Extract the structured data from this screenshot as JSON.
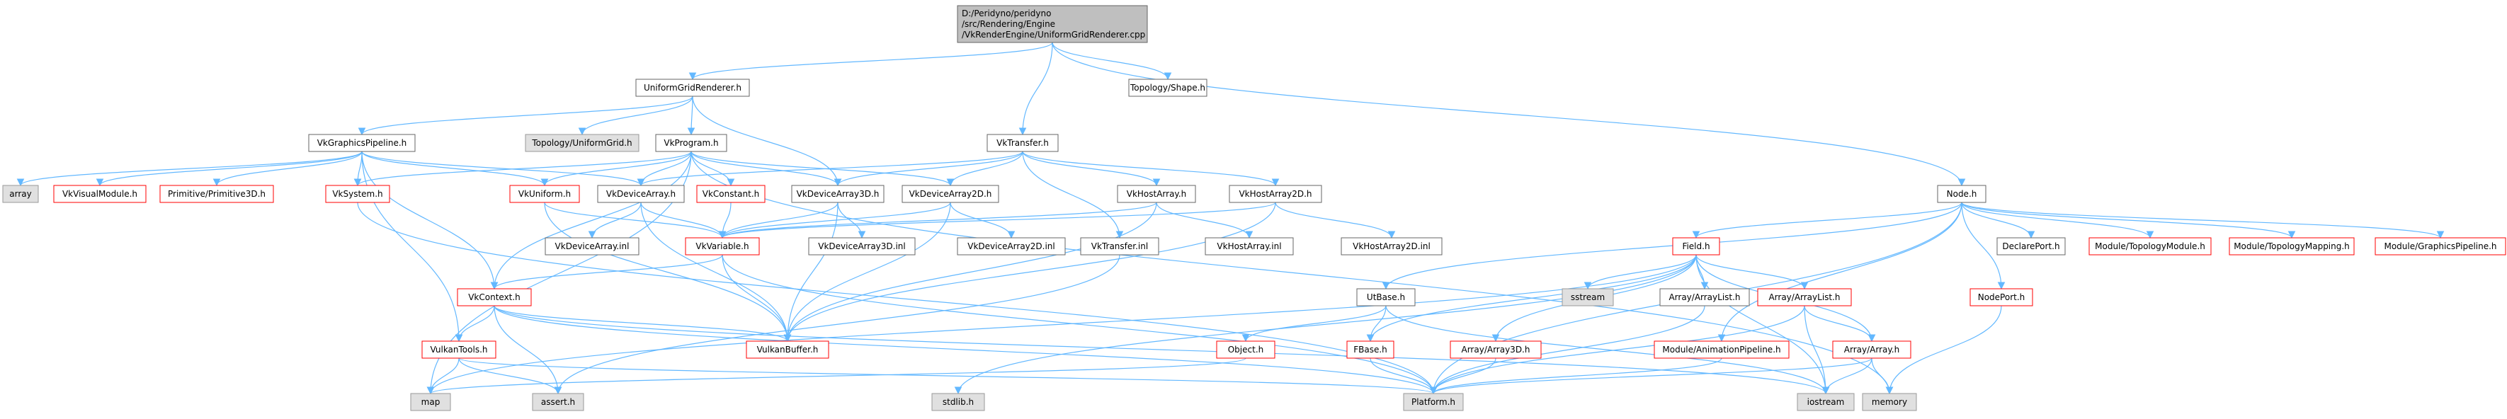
{
  "colors": {
    "root_fill": "#bfbfbf",
    "root_stroke": "#666666",
    "normal_fill": "#ffffff",
    "normal_stroke": "#666666",
    "red_fill": "#ffffff",
    "red_stroke": "#ff0000",
    "system_fill": "#e0e0e0",
    "system_stroke": "#999999",
    "edge": "#63b8ff",
    "text": "#000000"
  },
  "nodes": [
    {
      "id": "root",
      "kind": "root",
      "lines": [
        "D:/Peridyno/peridyno",
        "/src/Rendering/Engine",
        "/VkRenderEngine/UniformGridRenderer.cpp"
      ]
    },
    {
      "id": "ugr",
      "kind": "normal",
      "lines": [
        "UniformGridRenderer.h"
      ]
    },
    {
      "id": "topo_shape",
      "kind": "normal",
      "lines": [
        "Topology/Shape.h"
      ]
    },
    {
      "id": "vktransfer_h",
      "kind": "normal",
      "lines": [
        "VkTransfer.h"
      ]
    },
    {
      "id": "vkgp",
      "kind": "normal",
      "lines": [
        "VkGraphicsPipeline.h"
      ]
    },
    {
      "id": "topo_ug",
      "kind": "system",
      "lines": [
        "Topology/UniformGrid.h"
      ]
    },
    {
      "id": "vkprogram",
      "kind": "normal",
      "lines": [
        "VkProgram.h"
      ]
    },
    {
      "id": "array",
      "kind": "system",
      "lines": [
        "array"
      ]
    },
    {
      "id": "vkvisual",
      "kind": "red",
      "lines": [
        "VkVisualModule.h"
      ]
    },
    {
      "id": "prim3d",
      "kind": "red",
      "lines": [
        "Primitive/Primitive3D.h"
      ]
    },
    {
      "id": "vksystem",
      "kind": "red",
      "lines": [
        "VkSystem.h"
      ]
    },
    {
      "id": "vkuniform",
      "kind": "red",
      "lines": [
        "VkUniform.h"
      ]
    },
    {
      "id": "vkdevarray",
      "kind": "normal",
      "lines": [
        "VkDeviceArray.h"
      ]
    },
    {
      "id": "vkconstant",
      "kind": "red",
      "lines": [
        "VkConstant.h"
      ]
    },
    {
      "id": "vkdevarray3d",
      "kind": "normal",
      "lines": [
        "VkDeviceArray3D.h"
      ]
    },
    {
      "id": "vkdevarray2d",
      "kind": "normal",
      "lines": [
        "VkDeviceArray2D.h"
      ]
    },
    {
      "id": "vkhostarray",
      "kind": "normal",
      "lines": [
        "VkHostArray.h"
      ]
    },
    {
      "id": "vkhostarray2d",
      "kind": "normal",
      "lines": [
        "VkHostArray2D.h"
      ]
    },
    {
      "id": "node_h",
      "kind": "normal",
      "lines": [
        "Node.h"
      ]
    },
    {
      "id": "vkdevarray_inl",
      "kind": "normal",
      "lines": [
        "VkDeviceArray.inl"
      ]
    },
    {
      "id": "vkvariable",
      "kind": "red",
      "lines": [
        "VkVariable.h"
      ]
    },
    {
      "id": "vkdevarray3d_inl",
      "kind": "normal",
      "lines": [
        "VkDeviceArray3D.inl"
      ]
    },
    {
      "id": "vkdevarray2d_inl",
      "kind": "normal",
      "lines": [
        "VkDeviceArray2D.inl"
      ]
    },
    {
      "id": "vktransfer_inl",
      "kind": "normal",
      "lines": [
        "VkTransfer.inl"
      ]
    },
    {
      "id": "vkhostarray_inl",
      "kind": "normal",
      "lines": [
        "VkHostArray.inl"
      ]
    },
    {
      "id": "vkhostarray2d_inl",
      "kind": "normal",
      "lines": [
        "VkHostArray2D.inl"
      ]
    },
    {
      "id": "field",
      "kind": "red",
      "lines": [
        "Field.h"
      ]
    },
    {
      "id": "declareport",
      "kind": "normal",
      "lines": [
        "DeclarePort.h"
      ]
    },
    {
      "id": "mod_topomodule",
      "kind": "red",
      "lines": [
        "Module/TopologyModule.h"
      ]
    },
    {
      "id": "mod_topomapping",
      "kind": "red",
      "lines": [
        "Module/TopologyMapping.h"
      ]
    },
    {
      "id": "mod_graphicspipe",
      "kind": "red",
      "lines": [
        "Module/GraphicsPipeline.h"
      ]
    },
    {
      "id": "vkcontext",
      "kind": "red",
      "lines": [
        "VkContext.h"
      ]
    },
    {
      "id": "utbase",
      "kind": "normal",
      "lines": [
        "UtBase.h"
      ]
    },
    {
      "id": "sstream",
      "kind": "system",
      "lines": [
        "sstream"
      ]
    },
    {
      "id": "arraylist_h",
      "kind": "red",
      "lines": [
        "Array/ArrayList.h"
      ]
    },
    {
      "id": "array_list_h",
      "kind": "normal",
      "lines": [
        "Array/ArrayList.h"
      ]
    },
    {
      "id": "nodeport",
      "kind": "red",
      "lines": [
        "NodePort.h"
      ]
    },
    {
      "id": "vulkantools",
      "kind": "red",
      "lines": [
        "VulkanTools.h"
      ]
    },
    {
      "id": "vulkanbuffer",
      "kind": "red",
      "lines": [
        "VulkanBuffer.h"
      ]
    },
    {
      "id": "object_h",
      "kind": "red",
      "lines": [
        "Object.h"
      ]
    },
    {
      "id": "fbase",
      "kind": "red",
      "lines": [
        "FBase.h"
      ]
    },
    {
      "id": "array3d",
      "kind": "red",
      "lines": [
        "Array/Array3D.h"
      ]
    },
    {
      "id": "mod_animpipe",
      "kind": "red",
      "lines": [
        "Module/AnimationPipeline.h"
      ]
    },
    {
      "id": "array_h",
      "kind": "red",
      "lines": [
        "Array/Array.h"
      ]
    },
    {
      "id": "map",
      "kind": "system",
      "lines": [
        "map"
      ]
    },
    {
      "id": "assert",
      "kind": "system",
      "lines": [
        "assert.h"
      ]
    },
    {
      "id": "stdlib",
      "kind": "system",
      "lines": [
        "stdlib.h"
      ]
    },
    {
      "id": "platform",
      "kind": "system",
      "lines": [
        "Platform.h"
      ]
    },
    {
      "id": "iostream",
      "kind": "system",
      "lines": [
        "iostream"
      ]
    },
    {
      "id": "memory",
      "kind": "system",
      "lines": [
        "memory"
      ]
    }
  ],
  "edges": [
    [
      "root",
      "ugr"
    ],
    [
      "root",
      "topo_shape"
    ],
    [
      "root",
      "vktransfer_h"
    ],
    [
      "root",
      "node_h"
    ],
    [
      "ugr",
      "vkgp"
    ],
    [
      "ugr",
      "topo_ug"
    ],
    [
      "ugr",
      "vkprogram"
    ],
    [
      "ugr",
      "vkdevarray3d"
    ],
    [
      "vkgp",
      "array"
    ],
    [
      "vkgp",
      "vkvisual"
    ],
    [
      "vkgp",
      "prim3d"
    ],
    [
      "vkgp",
      "vksystem"
    ],
    [
      "vkgp",
      "vkuniform"
    ],
    [
      "vkgp",
      "vkdevarray"
    ],
    [
      "vkgp",
      "vkcontext"
    ],
    [
      "vkgp",
      "vulkantools"
    ],
    [
      "vkprogram",
      "vkuniform"
    ],
    [
      "vkprogram",
      "vkdevarray"
    ],
    [
      "vkprogram",
      "vkconstant"
    ],
    [
      "vkprogram",
      "vkdevarray3d"
    ],
    [
      "vkprogram",
      "vkdevarray2d"
    ],
    [
      "vkprogram",
      "vkcontext"
    ],
    [
      "vkprogram",
      "map"
    ],
    [
      "vkprogram",
      "vksystem"
    ],
    [
      "vkprogram",
      "memory"
    ],
    [
      "vktransfer_h",
      "vkdevarray"
    ],
    [
      "vktransfer_h",
      "vkdevarray3d"
    ],
    [
      "vktransfer_h",
      "vkdevarray2d"
    ],
    [
      "vktransfer_h",
      "vkhostarray"
    ],
    [
      "vktransfer_h",
      "vkhostarray2d"
    ],
    [
      "vktransfer_h",
      "vktransfer_inl"
    ],
    [
      "vkuniform",
      "vkvariable"
    ],
    [
      "vkuniform",
      "vulkanbuffer"
    ],
    [
      "vkdevarray",
      "vkdevarray_inl"
    ],
    [
      "vkdevarray",
      "vkvariable"
    ],
    [
      "vkdevarray",
      "vulkanbuffer"
    ],
    [
      "vkconstant",
      "vkvariable"
    ],
    [
      "vkdevarray3d",
      "vkvariable"
    ],
    [
      "vkdevarray3d",
      "vkdevarray3d_inl"
    ],
    [
      "vkdevarray3d",
      "vulkanbuffer"
    ],
    [
      "vkdevarray2d",
      "vkvariable"
    ],
    [
      "vkdevarray2d",
      "vkdevarray2d_inl"
    ],
    [
      "vkdevarray2d",
      "vulkanbuffer"
    ],
    [
      "vkhostarray",
      "vkvariable"
    ],
    [
      "vkhostarray",
      "vkhostarray_inl"
    ],
    [
      "vkhostarray",
      "vulkanbuffer"
    ],
    [
      "vkhostarray2d",
      "vkvariable"
    ],
    [
      "vkhostarray2d",
      "vkhostarray2d_inl"
    ],
    [
      "vkhostarray2d",
      "vulkanbuffer"
    ],
    [
      "vksystem",
      "platform"
    ],
    [
      "vkvariable",
      "vkcontext"
    ],
    [
      "vkvariable",
      "vulkanbuffer"
    ],
    [
      "vkvariable",
      "platform"
    ],
    [
      "vkcontext",
      "vulkantools"
    ],
    [
      "vkcontext",
      "vulkanbuffer"
    ],
    [
      "vkcontext",
      "assert"
    ],
    [
      "vkcontext",
      "platform"
    ],
    [
      "vkcontext",
      "iostream"
    ],
    [
      "vulkantools",
      "map"
    ],
    [
      "vulkantools",
      "assert"
    ],
    [
      "vulkantools",
      "platform"
    ],
    [
      "vktransfer_inl",
      "assert"
    ],
    [
      "node_h",
      "field"
    ],
    [
      "node_h",
      "declareport"
    ],
    [
      "node_h",
      "mod_topomodule"
    ],
    [
      "node_h",
      "mod_topomapping"
    ],
    [
      "node_h",
      "mod_graphicspipe"
    ],
    [
      "node_h",
      "nodeport"
    ],
    [
      "node_h",
      "mod_animpipe"
    ],
    [
      "node_h",
      "utbase"
    ],
    [
      "node_h",
      "platform"
    ],
    [
      "field",
      "sstream"
    ],
    [
      "field",
      "array_list_h"
    ],
    [
      "field",
      "arraylist_h"
    ],
    [
      "field",
      "fbase"
    ],
    [
      "field",
      "array3d"
    ],
    [
      "field",
      "array_h"
    ],
    [
      "field",
      "stdlib"
    ],
    [
      "field",
      "map"
    ],
    [
      "field",
      "iostream"
    ],
    [
      "utbase",
      "object_h"
    ],
    [
      "utbase",
      "fbase"
    ],
    [
      "utbase",
      "iostream"
    ],
    [
      "arraylist_h",
      "array_h"
    ],
    [
      "arraylist_h",
      "platform"
    ],
    [
      "arraylist_h",
      "iostream"
    ],
    [
      "array_list_h",
      "platform"
    ],
    [
      "array_h",
      "platform"
    ],
    [
      "array_h",
      "iostream"
    ],
    [
      "array_h",
      "memory"
    ],
    [
      "array3d",
      "platform"
    ],
    [
      "mod_animpipe",
      "platform"
    ],
    [
      "fbase",
      "platform"
    ],
    [
      "object_h",
      "map"
    ],
    [
      "nodeport",
      "memory"
    ]
  ]
}
